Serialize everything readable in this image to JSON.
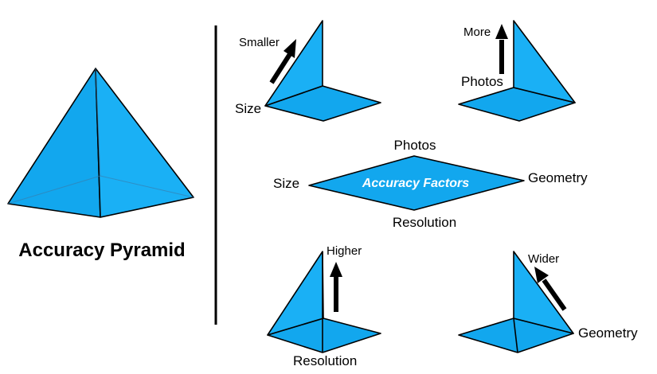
{
  "title": "Accuracy Pyramid",
  "center": {
    "title": "Accuracy Factors",
    "top": "Photos",
    "left": "Size",
    "right": "Geometry",
    "bottom": "Resolution"
  },
  "panels": {
    "size": {
      "label": "Size",
      "arrow_label": "Smaller"
    },
    "photos": {
      "label": "Photos",
      "arrow_label": "More"
    },
    "resolution": {
      "label": "Resolution",
      "arrow_label": "Higher"
    },
    "geometry": {
      "label": "Geometry",
      "arrow_label": "Wider"
    }
  },
  "colors": {
    "fill": "#12a7ee",
    "fill_light": "#1ab0f5",
    "edge": "#000000",
    "divider": "#000000",
    "background": "#ffffff"
  }
}
